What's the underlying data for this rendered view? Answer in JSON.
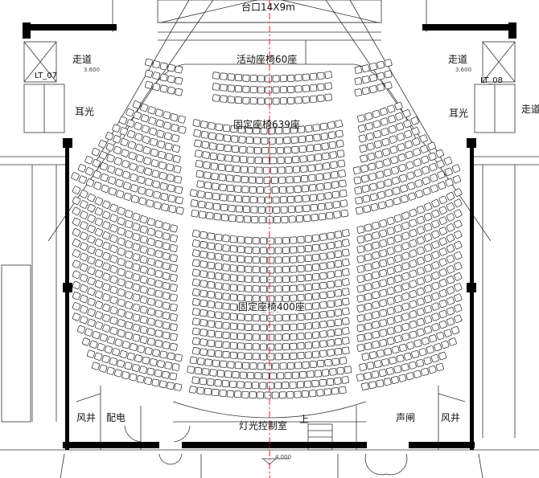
{
  "labels": {
    "stage_opening": "台口14X9m",
    "movable_seats": "活动座椅60座",
    "fixed_seats_upper": "固定座椅639座",
    "fixed_seats_lower": "固定座椅400座",
    "corridor_left": "走道",
    "corridor_right": "走道",
    "corridor_far_right": "走道",
    "elev_left": "3.600",
    "elev_right": "3.600",
    "elev_bottom": "4.000",
    "lift_left": "LT_07",
    "lift_right": "LT_08",
    "ear_light_left": "耳光",
    "ear_light_right": "耳光",
    "shaft_left": "风井",
    "shaft_right": "风井",
    "power_room": "配电",
    "lighting_control": "灯光控制室",
    "up_marker": "上",
    "sound_lock": "声闸"
  },
  "colors": {
    "axis_line": "#e8232a",
    "walls": "#000000",
    "lines": "#333333"
  }
}
